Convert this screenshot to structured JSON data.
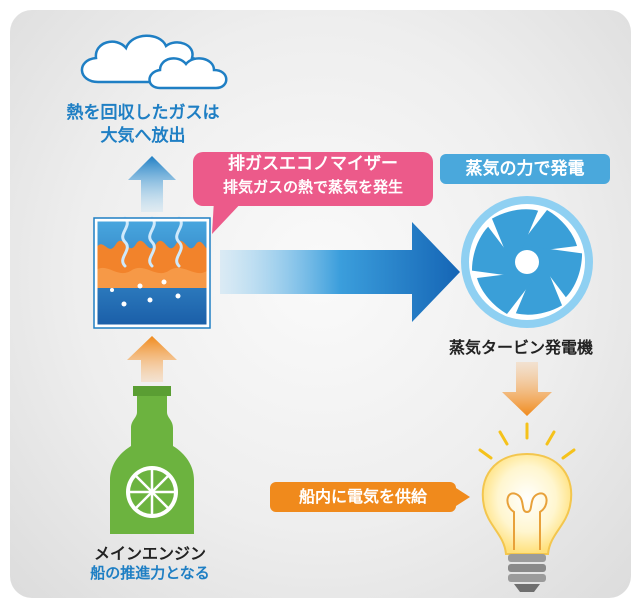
{
  "exhaust": {
    "line1": "熱を回収したガスは",
    "line2": "大気へ放出"
  },
  "economizer": {
    "title": "排ガスエコノマイザー",
    "subtitle": "排気ガスの熱で蒸気を発生"
  },
  "turbine": {
    "badge": "蒸気の力で発電",
    "label": "蒸気タービン発電機"
  },
  "bulb": {
    "badge": "船内に電気を供給"
  },
  "engine": {
    "name": "メインエンジン",
    "description": "船の推進力となる"
  },
  "colors": {
    "blue": "#1f7fc4",
    "pink": "#ec5a8a",
    "orange": "#f08a1c",
    "green": "#6cb33f",
    "sky": "#4aa8dc"
  }
}
